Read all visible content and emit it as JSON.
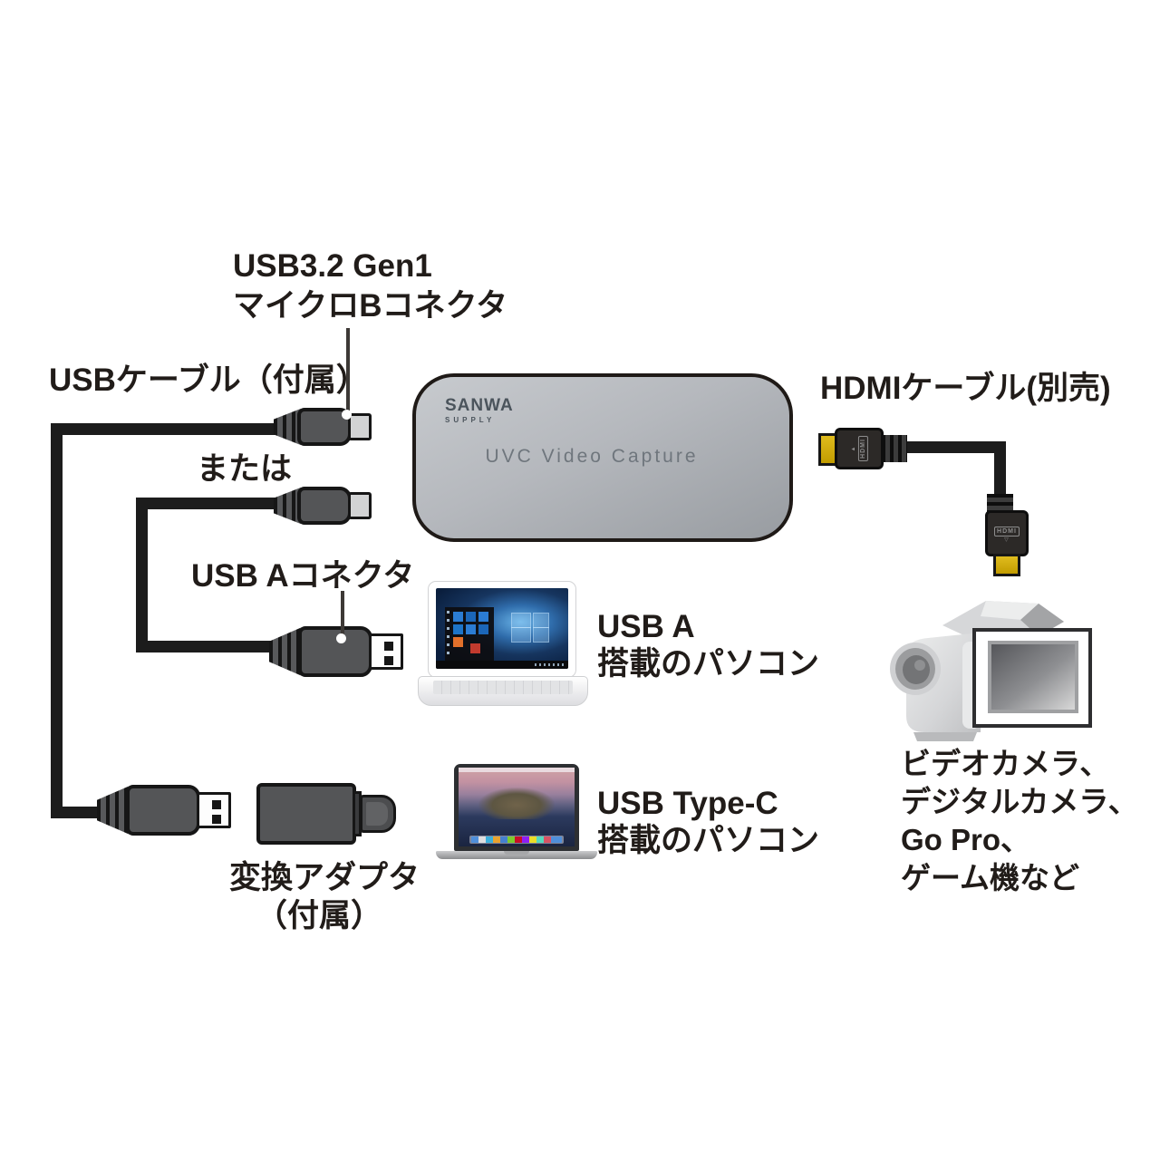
{
  "diagram": {
    "usb_micro_b_label_line1": "USB3.2 Gen1",
    "usb_micro_b_label_line2": "マイクロBコネクタ",
    "usb_cable_label": "USBケーブル（付属）",
    "or_label": "または",
    "usb_a_connector_label": "USB Aコネクタ",
    "usb_a_pc_label_line1": "USB A",
    "usb_a_pc_label_line2": "搭載のパソコン",
    "usb_c_pc_label_line1": "USB Type-C",
    "usb_c_pc_label_line2": "搭載のパソコン",
    "adapter_label_line1": "変換アダプタ",
    "adapter_label_line2": "（付属）",
    "hdmi_cable_label": "HDMIケーブル(別売)",
    "source_devices_line1": "ビデオカメラ、",
    "source_devices_line2": "デジタルカメラ、",
    "source_devices_line3": "Go Pro、",
    "source_devices_line4": "ゲーム機など"
  },
  "device": {
    "brand": "SANWA",
    "brand_sub": "SUPPLY",
    "product_name": "UVC Video Capture"
  },
  "hdmi_plug_text": "HDMI",
  "colors": {
    "cable_black": "#1c1c1c",
    "connector_gray": "#545557",
    "connector_tip_gray": "#d2d3d4",
    "usb_a_tip_white": "#fdfdfd",
    "hdmi_gold": "#d6ae00",
    "device_body_gray": "#b5b8bd",
    "device_text_gray": "#6f767d",
    "text_black": "#211c19"
  }
}
